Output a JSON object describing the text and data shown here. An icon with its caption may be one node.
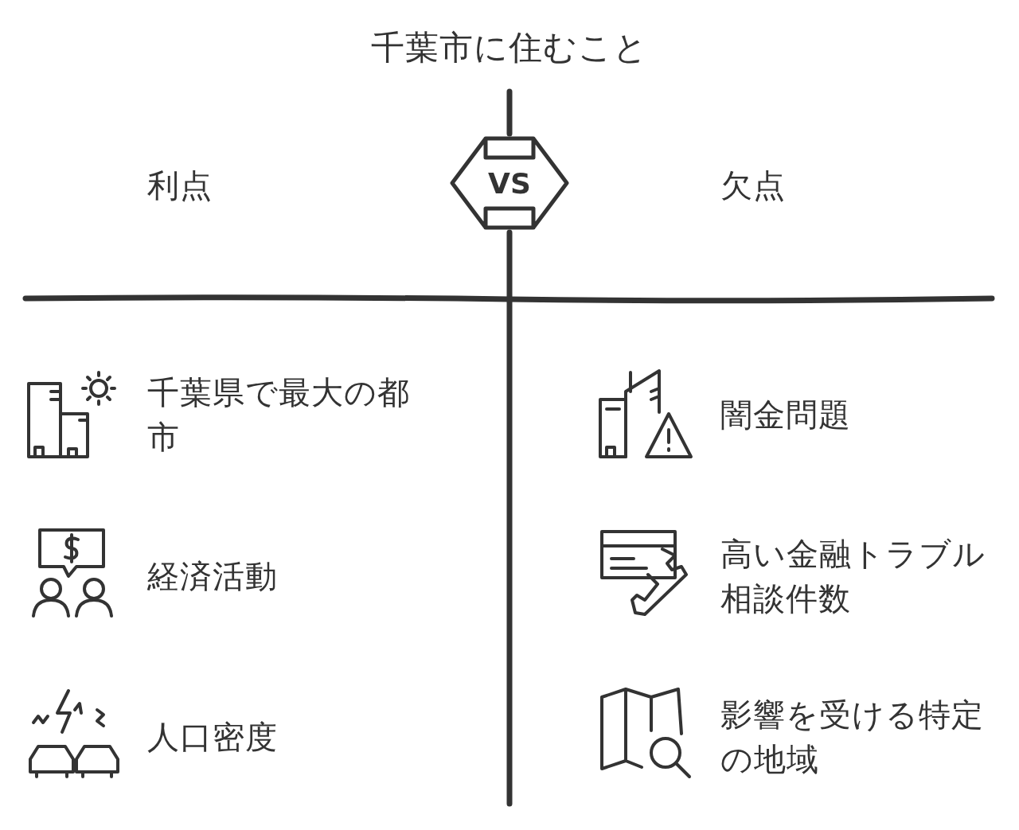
{
  "diagram": {
    "title": "千葉市に住むこと",
    "nodes": [
      {
        "text": [
          "VS"
        ]
      }
    ],
    "labels": [
      "利点",
      "欠点",
      "千葉県で最大の都市",
      "闇金問題",
      "経済活動",
      "高い金融トラブル相談件数",
      "人口密度",
      "影響を受ける特定の地域"
    ]
  }
}
